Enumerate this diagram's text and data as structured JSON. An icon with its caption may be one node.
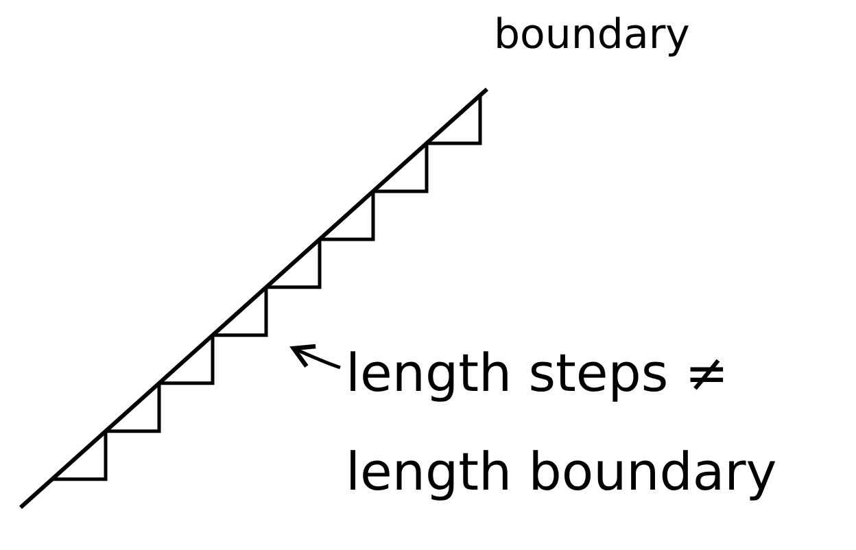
{
  "diagram": {
    "nodes": [
      {
        "text": [
          "length steps ≠ length boundary"
        ]
      },
      {
        "text": [],
        "shape": "picture"
      }
    ],
    "edges": [
      {
        "from": 0,
        "to": 1,
        "arrow": "to"
      }
    ],
    "labels": [
      "boundary"
    ]
  }
}
